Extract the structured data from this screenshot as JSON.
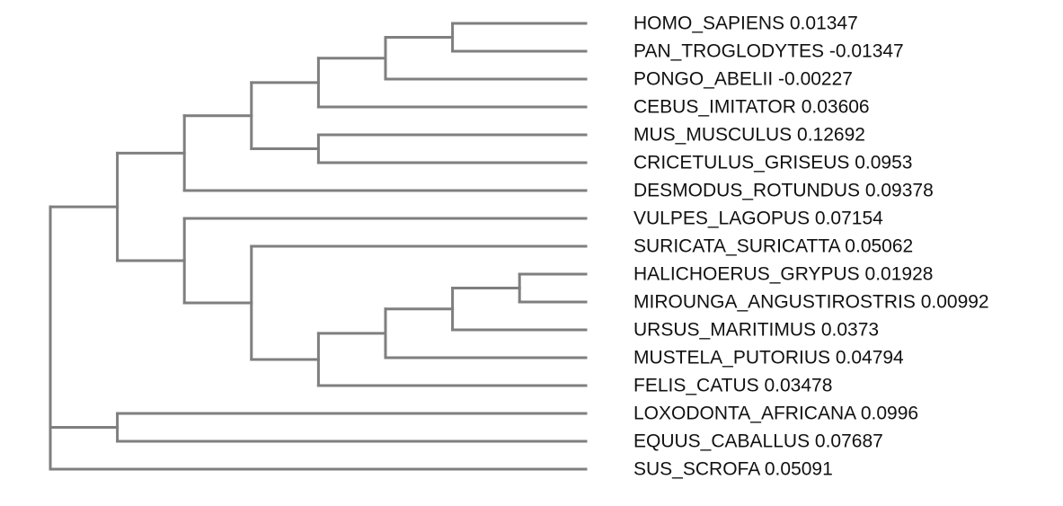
{
  "tree": {
    "branch_color": "#7f7f7f",
    "label_color": "#111111",
    "leaves": [
      {
        "id": "homo",
        "label": "HOMO_SAPIENS 0.01347"
      },
      {
        "id": "pan",
        "label": "PAN_TROGLODYTES -0.01347"
      },
      {
        "id": "pongo",
        "label": "PONGO_ABELII -0.00227"
      },
      {
        "id": "cebus",
        "label": "CEBUS_IMITATOR 0.03606"
      },
      {
        "id": "mus",
        "label": "MUS_MUSCULUS 0.12692"
      },
      {
        "id": "cricetulus",
        "label": "CRICETULUS_GRISEUS 0.0953"
      },
      {
        "id": "desmodus",
        "label": "DESMODUS_ROTUNDUS 0.09378"
      },
      {
        "id": "vulpes",
        "label": "VULPES_LAGOPUS 0.07154"
      },
      {
        "id": "suricata",
        "label": "SURICATA_SURICATTA 0.05062"
      },
      {
        "id": "halichoerus",
        "label": "HALICHOERUS_GRYPUS 0.01928"
      },
      {
        "id": "mirounga",
        "label": "MIROUNGA_ANGUSTIROSTRIS 0.00992"
      },
      {
        "id": "ursus",
        "label": "URSUS_MARITIMUS 0.0373"
      },
      {
        "id": "mustela",
        "label": "MUSTELA_PUTORIUS 0.04794"
      },
      {
        "id": "felis",
        "label": "FELIS_CATUS 0.03478"
      },
      {
        "id": "loxodonta",
        "label": "LOXODONTA_AFRICANA 0.0996"
      },
      {
        "id": "equus",
        "label": "EQUUS_CABALLUS 0.07687"
      },
      {
        "id": "sus",
        "label": "SUS_SCROFA 0.05091"
      }
    ],
    "topology": [
      [
        [
          [
            [
              [
                [
                  "homo",
                  "pan"
                ],
                "pongo"
              ],
              "cebus"
            ],
            [
              "mus",
              "cricetulus"
            ]
          ],
          "desmodus"
        ],
        [
          "vulpes",
          [
            "suricata",
            [
              [
                [
                  [
                    "halichoerus",
                    "mirounga"
                  ],
                  "ursus"
                ],
                "mustela"
              ],
              "felis"
            ]
          ]
        ]
      ],
      [
        "loxodonta",
        "equus"
      ],
      "sus"
    ]
  }
}
